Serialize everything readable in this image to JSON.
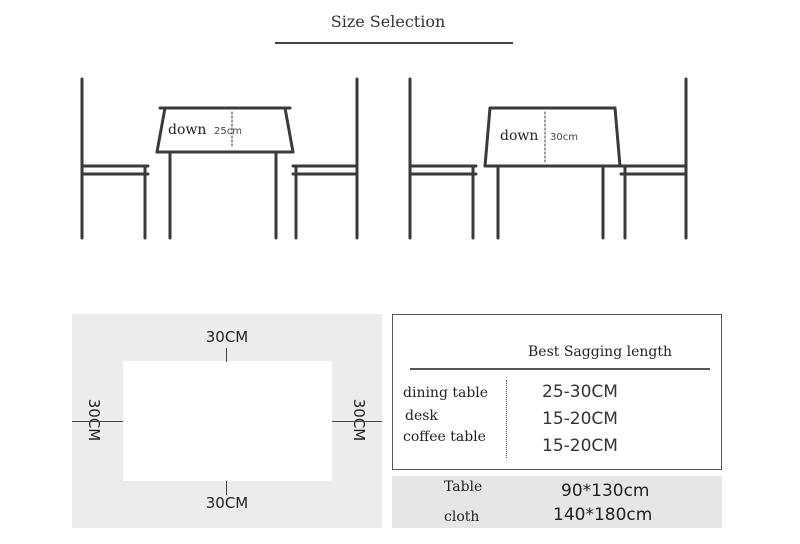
{
  "header": {
    "title": "Size Selection"
  },
  "illustrations": [
    {
      "side_label": "down",
      "measure": "25cm"
    },
    {
      "side_label": "down",
      "measure": "30cm"
    }
  ],
  "dimensions": {
    "top": "30CM",
    "bottom": "30CM",
    "left": "30CM",
    "right": "30CM"
  },
  "sagging": {
    "title": "Best Sagging length",
    "rows": [
      {
        "label": "dining table",
        "value": "25-30CM"
      },
      {
        "label": "desk",
        "value": "15-20CM"
      },
      {
        "label": "coffee table",
        "value": "15-20CM"
      }
    ]
  },
  "sizes": {
    "label_line1": "Table",
    "label_line2": "cloth",
    "values": [
      "90*130cm",
      "140*180cm"
    ]
  }
}
